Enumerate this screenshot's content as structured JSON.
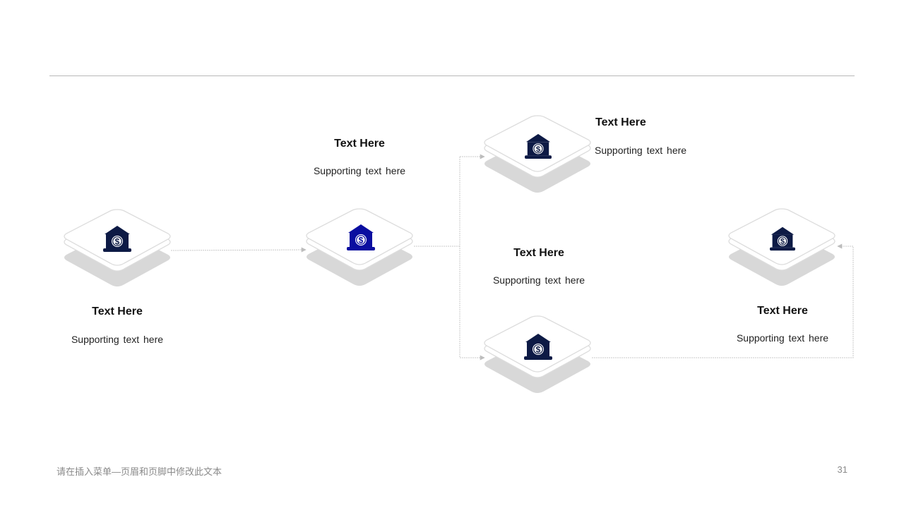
{
  "nodes": [
    {
      "id": "n1",
      "title": "Text Here",
      "subtitle": "Supporting  text here",
      "icon": "bank-dollar-icon",
      "icon_color": "#0d1a45"
    },
    {
      "id": "n2",
      "title": "Text Here",
      "subtitle": "Supporting  text here",
      "icon": "bank-dollar-icon",
      "icon_color": "#0a0ea0"
    },
    {
      "id": "n3",
      "title": "Text Here",
      "subtitle": "Supporting  text here",
      "icon": "bank-dollar-icon",
      "icon_color": "#0d1a45"
    },
    {
      "id": "n4",
      "title": "Text Here",
      "subtitle": "Supporting  text here",
      "icon": "bank-dollar-icon",
      "icon_color": "#0d1a45"
    },
    {
      "id": "n5",
      "title": "Text Here",
      "subtitle": "Supporting  text here",
      "icon": "bank-dollar-icon",
      "icon_color": "#0d1a45"
    }
  ],
  "footer": {
    "text": "请在插入菜单—页眉和页脚中修改此文本",
    "page_number": "31"
  },
  "colors": {
    "connector": "#c8c8c8",
    "tile_face": "#ffffff",
    "tile_edge": "#dcdcdc",
    "tile_shadow": "#d6d6d6"
  }
}
